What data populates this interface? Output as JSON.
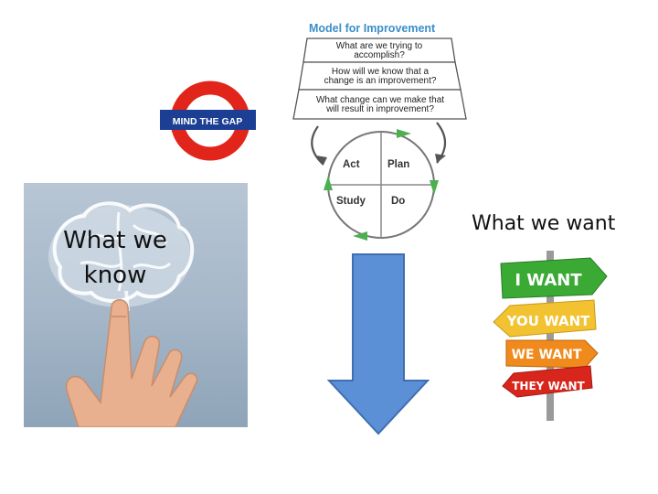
{
  "mind_the_gap": {
    "label": "MIND THE GAP"
  },
  "model_for_improvement": {
    "title": "Model for Improvement",
    "questions": [
      {
        "line1": "What are we trying to",
        "line2": "accomplish?"
      },
      {
        "line1": "How will we know that a",
        "line2": "change is an improvement?"
      },
      {
        "line1": "What change can we make that",
        "line2": "will result in improvement?"
      }
    ],
    "cycle": {
      "act": "Act",
      "plan": "Plan",
      "study": "Study",
      "do": "Do"
    }
  },
  "know": {
    "line1": "What we",
    "line2": "know"
  },
  "want": {
    "label": "What we want"
  },
  "signpost": {
    "signs": [
      {
        "text": "I WANT",
        "color": "#3aaa35"
      },
      {
        "text": "YOU WANT",
        "color": "#f2c230"
      },
      {
        "text": "WE WANT",
        "color": "#f08a1c"
      },
      {
        "text": "THEY WANT",
        "color": "#d9261c"
      }
    ]
  },
  "colors": {
    "roundel_red": "#e1251b",
    "roundel_bar": "#1c3f94",
    "arrow_fill": "#5b8fd6",
    "arrow_stroke": "#3f6fb0",
    "cycle_arrow": "#4caf50"
  }
}
